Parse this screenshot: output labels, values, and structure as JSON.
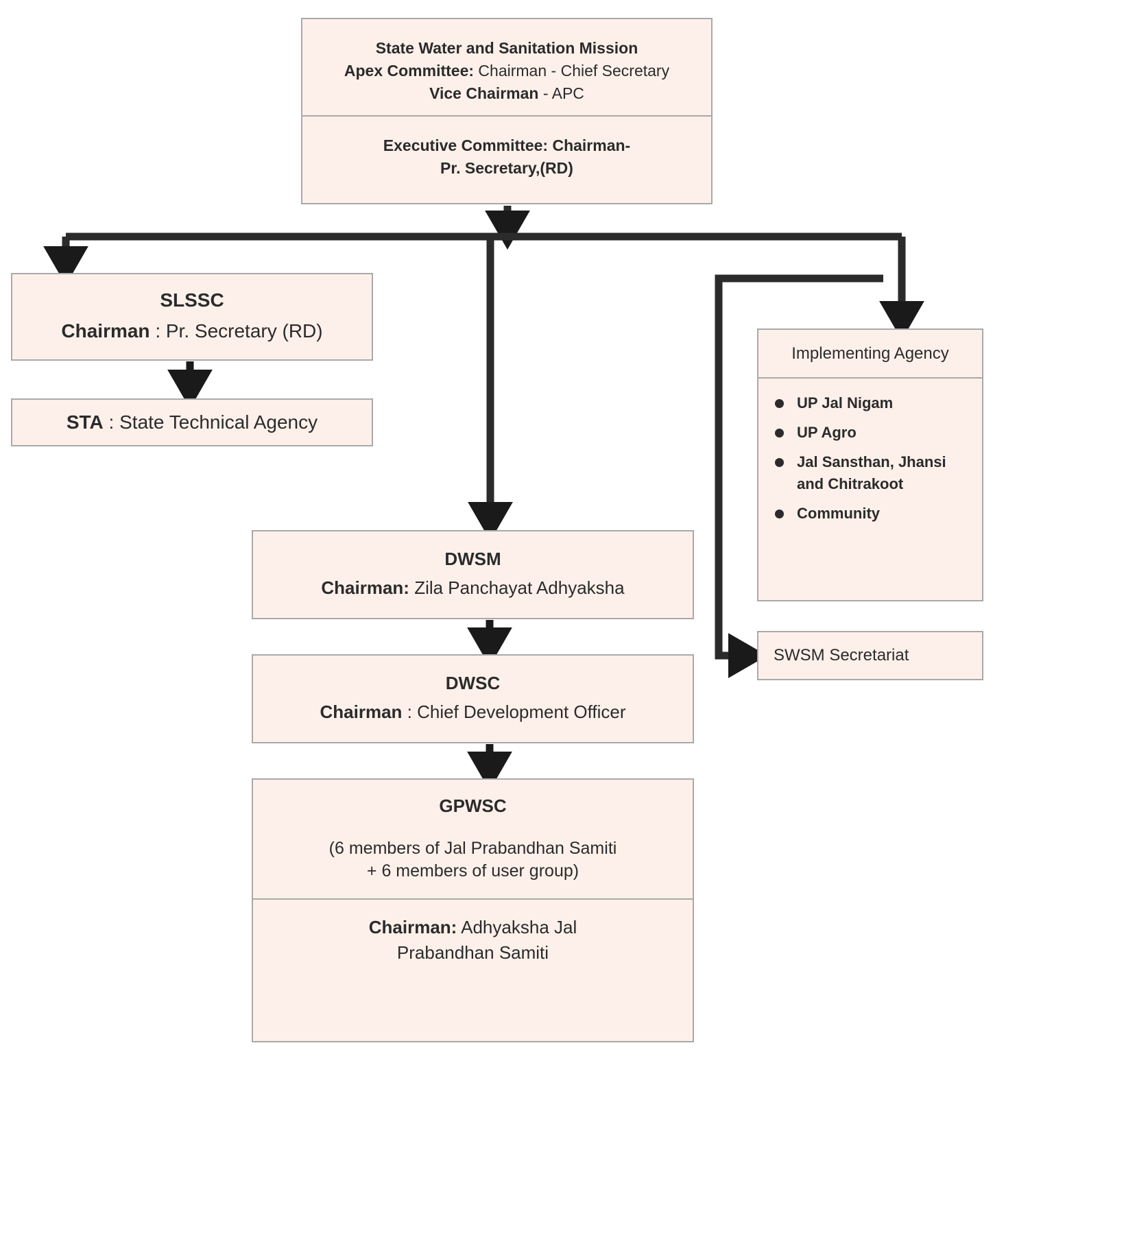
{
  "diagram": {
    "title": "State Water and Sanitation Mission organisational structure",
    "colors": {
      "box_fill": "#fdf0ea",
      "box_border": "#a9a9a9",
      "connector": "#2b2b2b",
      "text": "#2b2b2b"
    }
  },
  "swsm": {
    "heading": "State Water and Sanitation Mission",
    "apex_label": "Apex Committee:",
    "apex_value": " Chairman - Chief Secretary",
    "vice_label": "Vice Chairman",
    "vice_value": " - APC",
    "exec_line1": "Executive Committee: Chairman-",
    "exec_line2": "Pr. Secretary,(RD)"
  },
  "slssc": {
    "title": "SLSSC",
    "chairman_label": "Chairman",
    "chairman_value": " :  Pr. Secretary (RD)"
  },
  "sta": {
    "abbr": "STA",
    "value": " :  State Technical Agency"
  },
  "implementing_agency": {
    "heading": "Implementing Agency",
    "items": [
      "UP Jal Nigam",
      "UP Agro",
      "Jal Sansthan, Jhansi and Chitrakoot",
      "Community"
    ]
  },
  "secretariat": {
    "label": "SWSM Secretariat"
  },
  "dwsm": {
    "title": "DWSM",
    "chairman_label": "Chairman:",
    "chairman_value": " Zila Panchayat Adhyaksha"
  },
  "dwsc": {
    "title": "DWSC",
    "chairman_label": "Chairman",
    "chairman_value": " :  Chief Development Officer"
  },
  "gpwsc": {
    "title": "GPWSC",
    "members_line1": "(6 members of Jal Prabandhan Samiti",
    "members_line2": "+ 6 members of user group)",
    "chairman_label": "Chairman:",
    "chairman_value": " Adhyaksha Jal",
    "chairman_line2": "Prabandhan Samiti"
  }
}
